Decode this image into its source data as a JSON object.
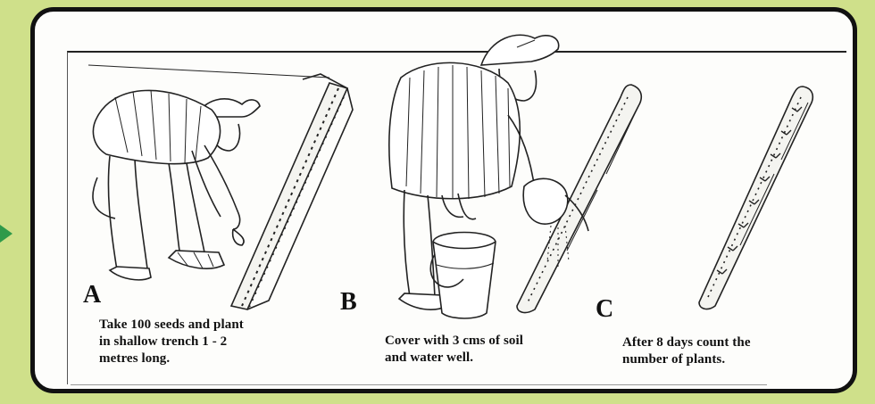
{
  "panels": [
    {
      "letter": "A",
      "caption": "Take 100 seeds and plant\nin shallow trench 1 - 2\nmetres long."
    },
    {
      "letter": "B",
      "caption": "Cover with  3 cms of soil\nand water well."
    },
    {
      "letter": "C",
      "caption": "After 8 days count the\nnumber of plants."
    }
  ],
  "colors": {
    "background": "#cfe08a",
    "arrow": "#2f9a4a",
    "frame_border": "#111111",
    "frame_fill": "#fdfdfb"
  },
  "icons": [
    "arrow-right-icon"
  ]
}
